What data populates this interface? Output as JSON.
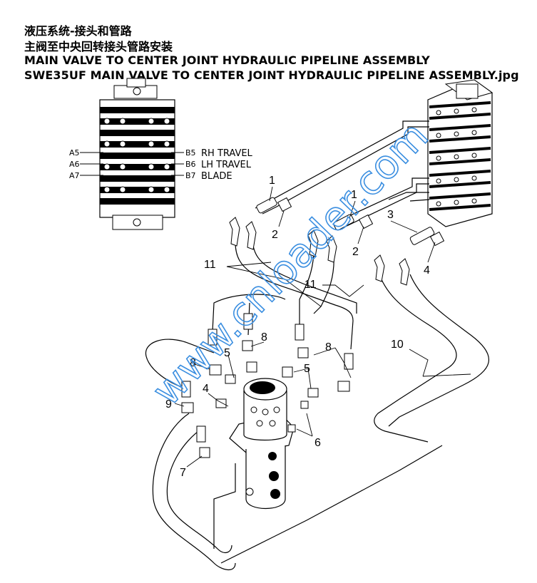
{
  "header": {
    "title_cn_1": "液压系统-接头和管路",
    "title_cn_2": "主阀至中央回转接头管路安装",
    "title_en": "MAIN VALVE TO CENTER JOINT HYDRAULIC PIPELINE ASSEMBLY",
    "file_name": "SWE35UF MAIN VALVE TO CENTER JOINT HYDRAULIC PIPELINE ASSEMBLY.jpg"
  },
  "valve_ports": {
    "left": [
      "A5",
      "A6",
      "A7"
    ],
    "right": [
      "B5",
      "B6",
      "B7"
    ],
    "functions": [
      "RH TRAVEL",
      "LH TRAVEL",
      "BLADE"
    ]
  },
  "callouts": {
    "c1a": "1",
    "c1b": "1",
    "c2a": "2",
    "c2b": "2",
    "c3": "3",
    "c4a": "4",
    "c4b": "4",
    "c5a": "5",
    "c5b": "5",
    "c6": "6",
    "c7": "7",
    "c8a": "8",
    "c8b": "8",
    "c8c": "8",
    "c9": "9",
    "c10": "10",
    "c11a": "11",
    "c11b": "11"
  },
  "watermark": "www.cnloader.com",
  "colors": {
    "line": "#000000",
    "watermark": "#3a8ee0",
    "background": "#ffffff"
  }
}
